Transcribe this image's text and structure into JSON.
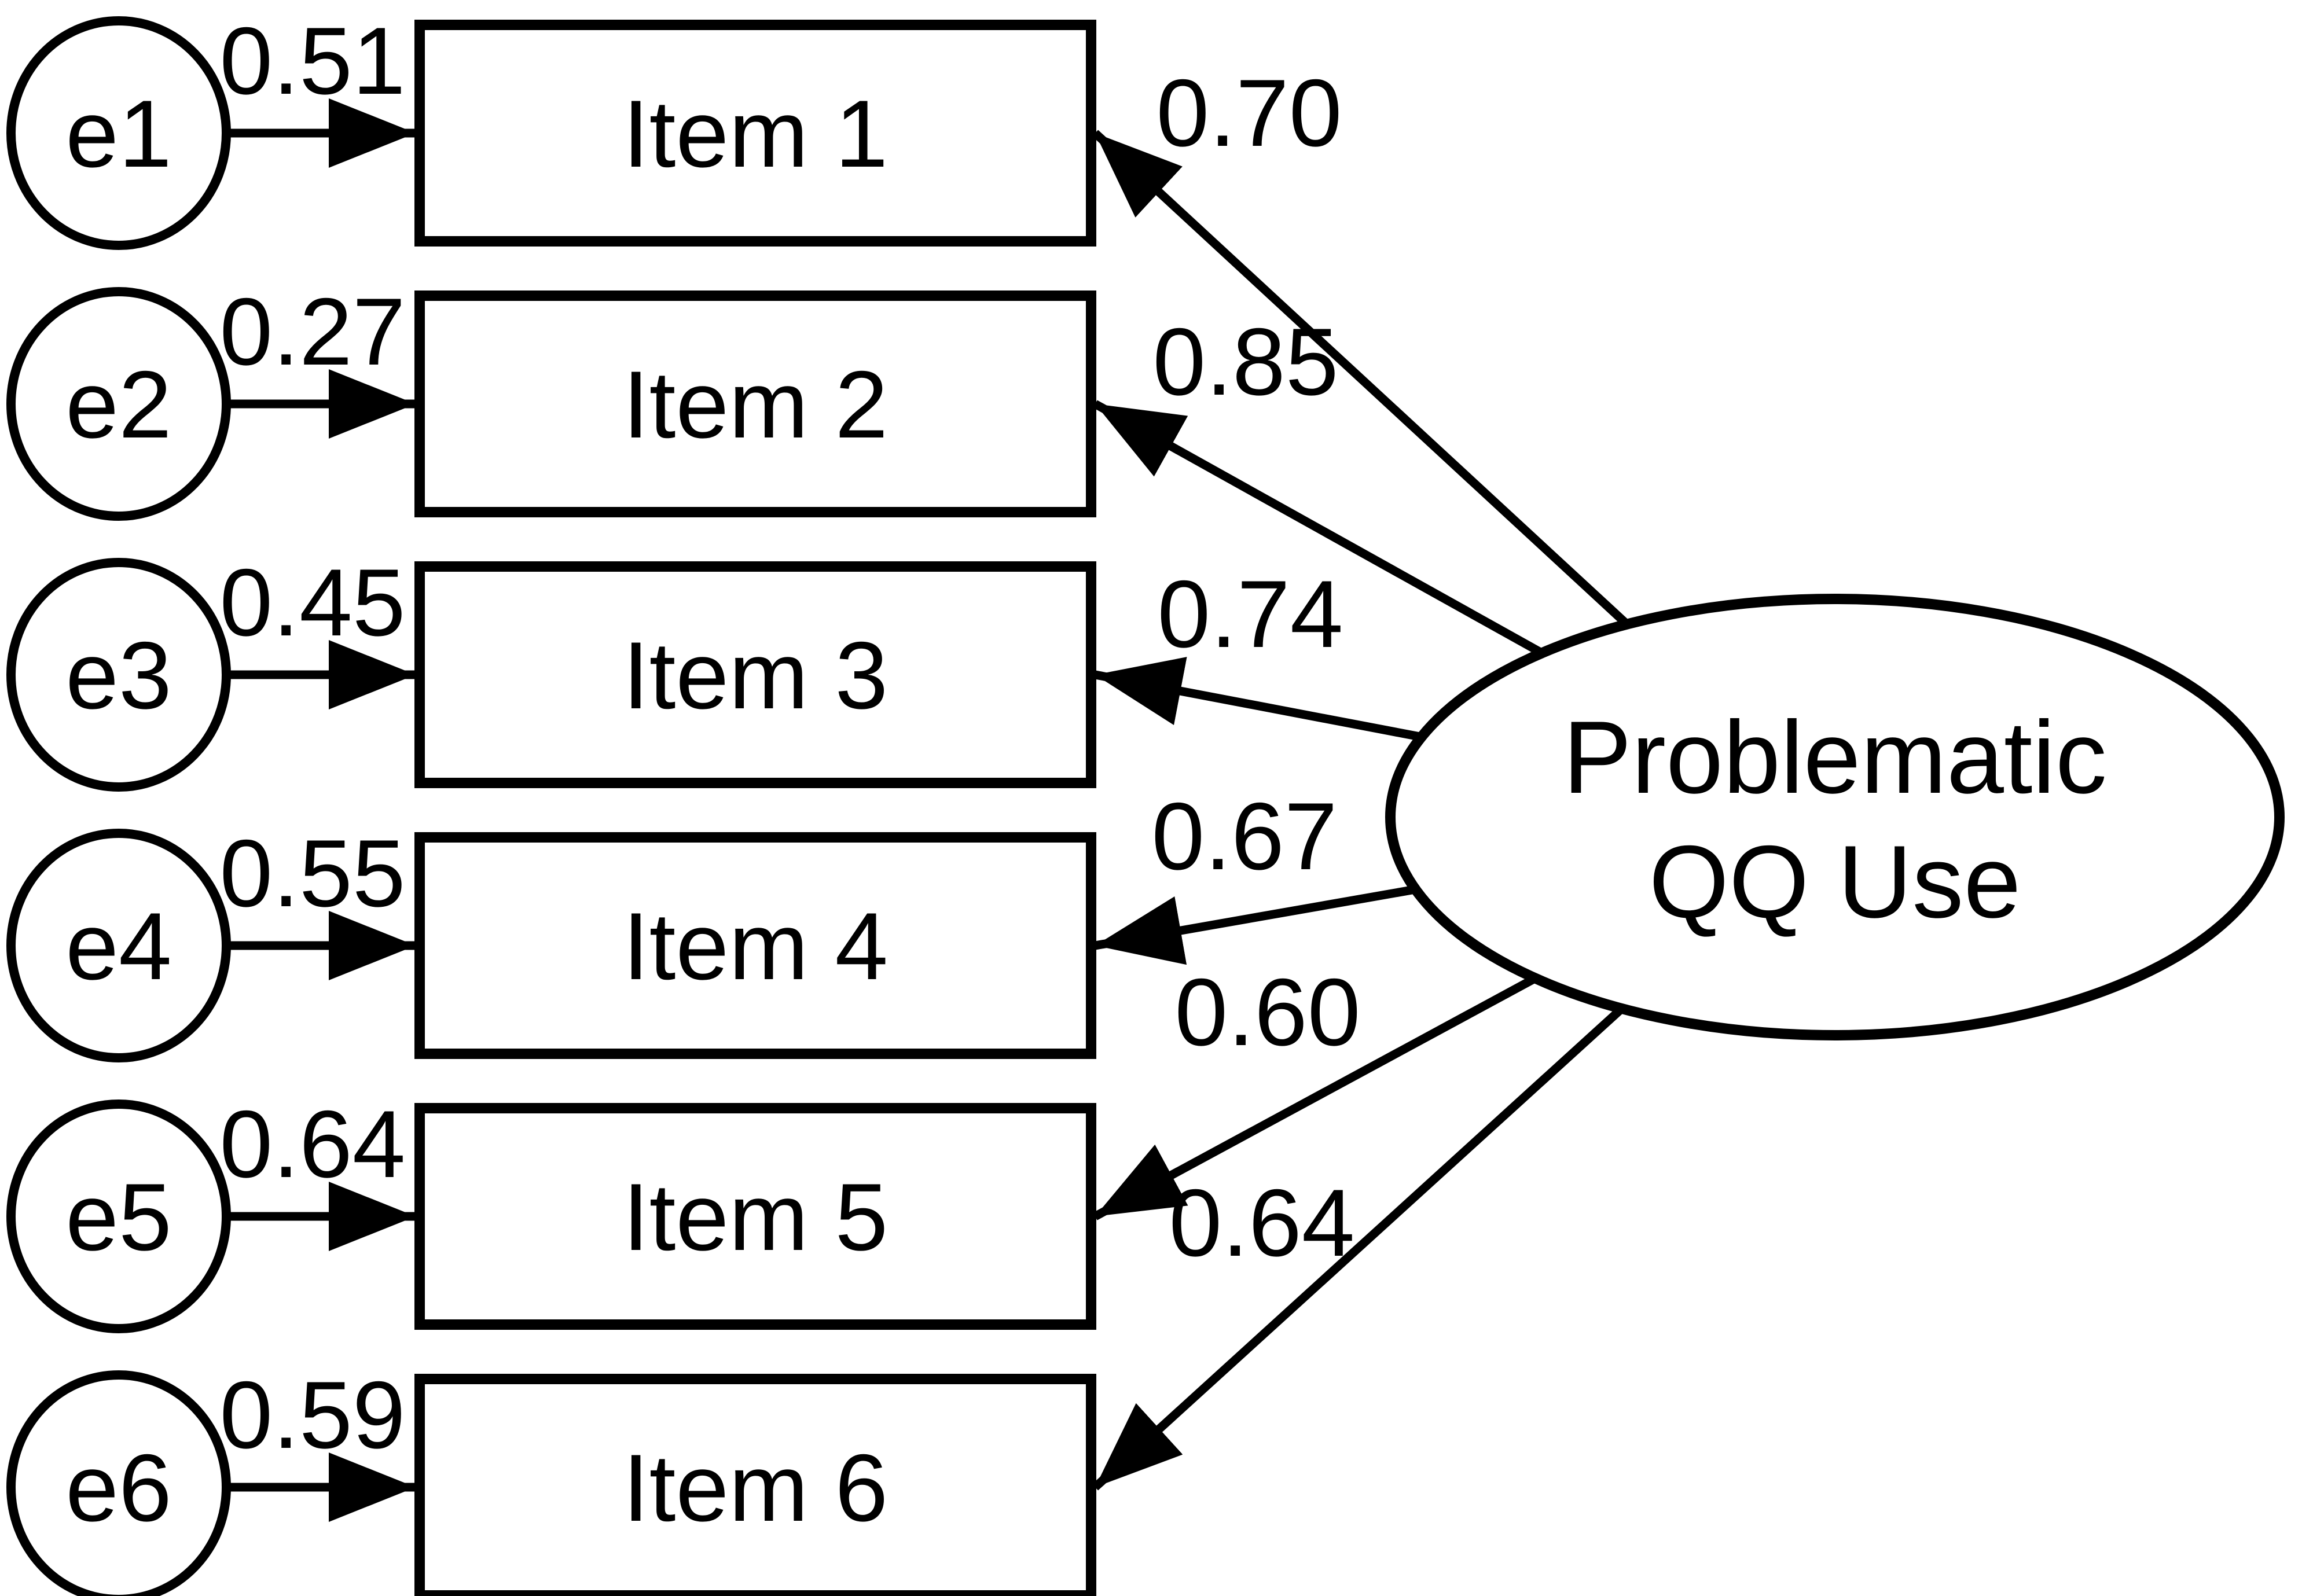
{
  "diagram": {
    "latent_variable": {
      "line1": "Problematic",
      "line2": "QQ Use"
    },
    "indicators": [
      {
        "error": "e1",
        "error_value": "0.51",
        "label": "Item 1",
        "loading": "0.70"
      },
      {
        "error": "e2",
        "error_value": "0.27",
        "label": "Item 2",
        "loading": "0.85"
      },
      {
        "error": "e3",
        "error_value": "0.45",
        "label": "Item 3",
        "loading": "0.74"
      },
      {
        "error": "e4",
        "error_value": "0.55",
        "label": "Item 4",
        "loading": "0.67"
      },
      {
        "error": "e5",
        "error_value": "0.64",
        "label": "Item 5",
        "loading": "0.60"
      },
      {
        "error": "e6",
        "error_value": "0.59",
        "label": "Item 6",
        "loading": "0.64"
      }
    ],
    "colors": {
      "ink": "#000000",
      "background": "#ffffff"
    }
  }
}
